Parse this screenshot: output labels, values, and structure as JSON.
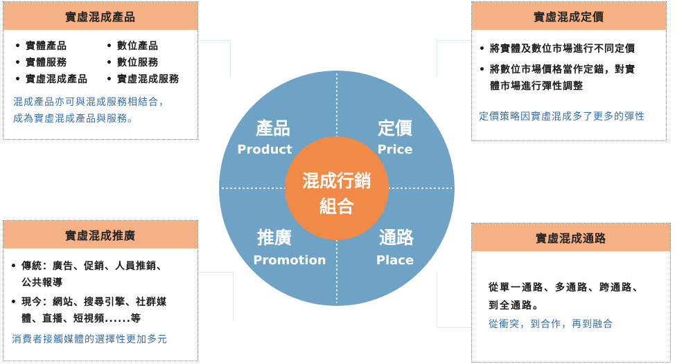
{
  "product_box": {
    "title": "實虛混成產品",
    "col1": [
      "實體產品",
      "實體服務",
      "實虛混成產品"
    ],
    "col2": [
      "數位產品",
      "數位服務",
      "實虛混成服務"
    ],
    "note": [
      "混成產品亦可與混成服務相結合，",
      "成為實虛混成產品與服務。"
    ]
  },
  "price_box": {
    "title": "實虛混成定價",
    "bullets": [
      [
        "將實體及數位市場進行不同定價"
      ],
      [
        "將數位市場價格當作定錨，對實",
        "體市場進行彈性調整"
      ]
    ],
    "note": "定價策略因實虛混成多了更多的彈性"
  },
  "promotion_box": {
    "title": "實虛混成推廣",
    "bullets": [
      [
        "傳統：廣告、促銷、人員推銷、",
        "公共報導"
      ],
      [
        "現今：網站、搜尋引擎、社群媒",
        "體、直播、短視頻......等"
      ]
    ],
    "note": "消費者接觸媒體的選擇性更加多元"
  },
  "place_box": {
    "title": "實虛混成通路",
    "lines": [
      "從單一通路、多通路、跨通路、",
      "到全通路。"
    ],
    "note": "從衝突，到合作，再到融合"
  },
  "wheel": {
    "center": [
      "混成行銷",
      "組合"
    ],
    "product": {
      "zh": "產品",
      "en": "Product"
    },
    "price": {
      "zh": "定價",
      "en": "Price"
    },
    "promotion": {
      "zh": "推廣",
      "en": "Promotion"
    },
    "place": {
      "zh": "通路",
      "en": "Place"
    }
  },
  "colors": {
    "wheel": "#6fa3c6",
    "center": "#f08a46",
    "header": "#f6b184",
    "note": "#2f6db0"
  }
}
